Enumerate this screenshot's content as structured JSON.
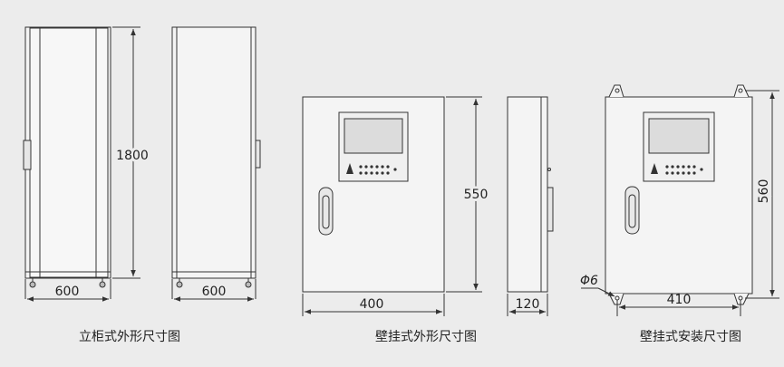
{
  "colors": {
    "background": "#ececec",
    "line": "#333333",
    "panel": "#f4f4f4",
    "screen": "#dcdcdc"
  },
  "captions": {
    "floor_cabinet": "立柜式外形尺寸图",
    "wall_cabinet": "壁挂式外形尺寸图",
    "wall_install": "壁挂式安装尺寸图"
  },
  "dimensions": {
    "floor_height": "1800",
    "floor_width_front": "600",
    "floor_width_side": "600",
    "wall_height": "550",
    "wall_width": "400",
    "wall_depth": "120",
    "install_height": "560",
    "install_width": "410",
    "hole_diameter": "Φ6"
  }
}
